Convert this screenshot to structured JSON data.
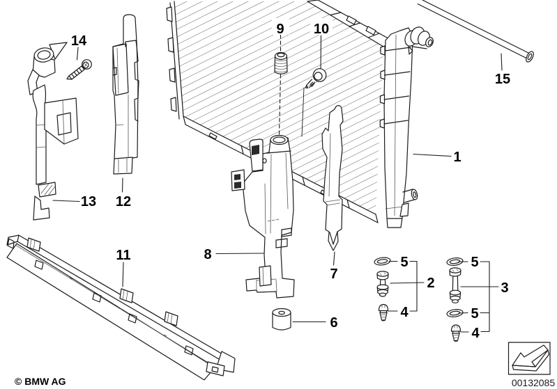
{
  "figure": {
    "type": "parts-diagram",
    "copyright": "© BMW AG",
    "image_number": "00132085"
  },
  "colors": {
    "background": "#ffffff",
    "line": "#1a1a1a",
    "hatch_line": "#8a8a8a"
  },
  "icons": {
    "direction_arrow": "viewing-direction-arrow-bottom-left"
  },
  "callouts": [
    {
      "label": "1"
    },
    {
      "label": "2"
    },
    {
      "label": "3"
    },
    {
      "label": "4"
    },
    {
      "label": "4"
    },
    {
      "label": "5"
    },
    {
      "label": "5"
    },
    {
      "label": "5"
    },
    {
      "label": "6"
    },
    {
      "label": "7"
    },
    {
      "label": "8"
    },
    {
      "label": "9"
    },
    {
      "label": "10"
    },
    {
      "label": "11"
    },
    {
      "label": "12"
    },
    {
      "label": "13"
    },
    {
      "label": "14"
    },
    {
      "label": "15"
    }
  ]
}
